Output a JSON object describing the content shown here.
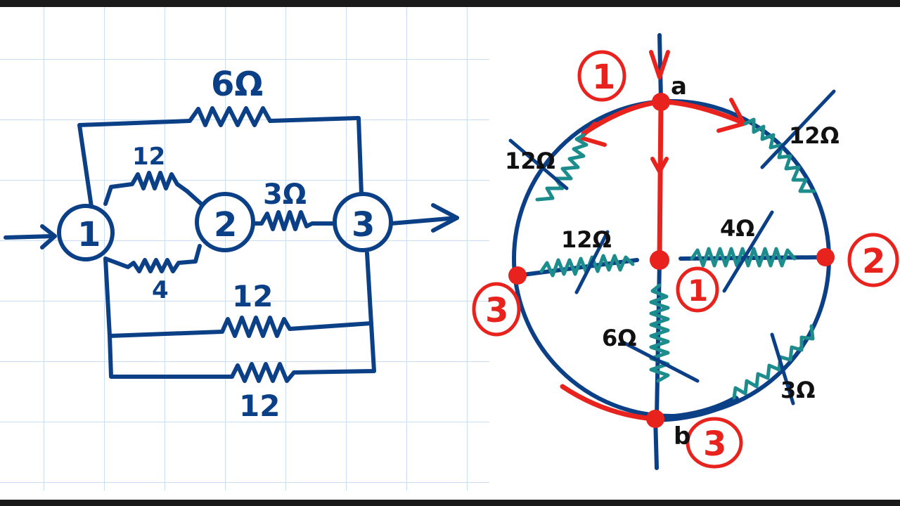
{
  "colors": {
    "blue_ink": "#0b3f86",
    "red_ink": "#e8221c",
    "teal_resistor": "#1d8c8c",
    "grid_line": "#c9def3",
    "black_ink": "#111111"
  },
  "left_circuit": {
    "nodes": [
      "1",
      "2",
      "3"
    ],
    "labels": {
      "top_resistor": "6Ω",
      "upper_small": "12",
      "middle": "3Ω",
      "lower_small": "4",
      "bottom_upper": "12",
      "bottom_lower": "12"
    }
  },
  "right_circuit": {
    "point_a": "a",
    "point_b": "b",
    "node_labels": {
      "top_left": "1",
      "center": "1",
      "right": "2",
      "left": "3",
      "bottom": "3"
    },
    "resistor_labels": {
      "upper_left": "12Ω",
      "upper_right": "12Ω",
      "center_left": "12Ω",
      "center_right": "4Ω",
      "lower_center": "6Ω",
      "lower_right": "3Ω"
    }
  }
}
